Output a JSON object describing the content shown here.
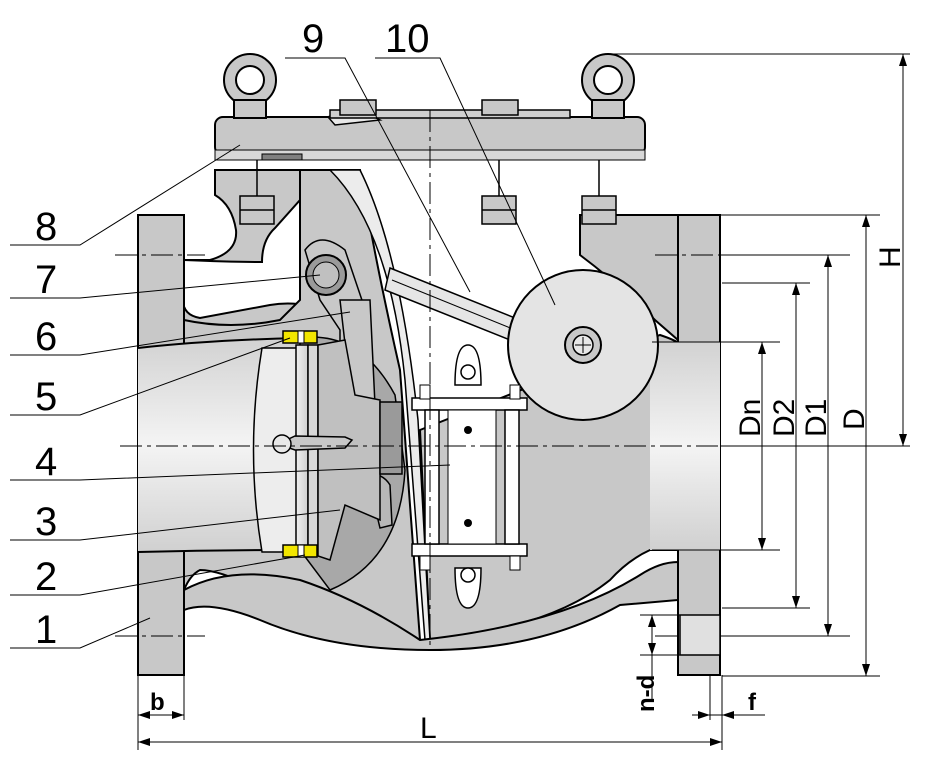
{
  "diagram": {
    "part_numbers": [
      "1",
      "2",
      "3",
      "4",
      "5",
      "6",
      "7",
      "8",
      "9",
      "10"
    ],
    "dimensions": {
      "b": "b",
      "L": "L",
      "f": "f",
      "nd": "n-d",
      "Dn": "Dn",
      "D2": "D2",
      "D1": "D1",
      "D": "D",
      "H": "H"
    },
    "colors": {
      "body": "#c8c8c8",
      "bore": "#e4e4e4",
      "shadow": "#a8a8a8",
      "seal": "#f2e600",
      "line": "#000000"
    }
  }
}
